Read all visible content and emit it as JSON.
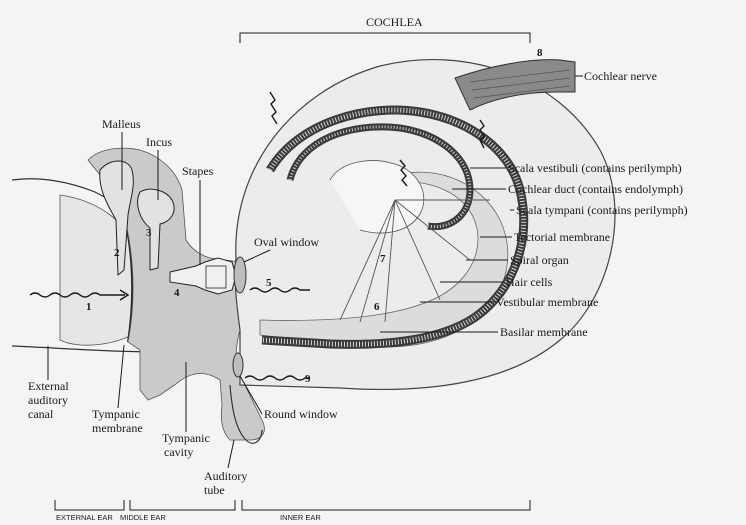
{
  "title": "COCHLEA",
  "regions": {
    "external": "EXTERNAL EAR",
    "middle": "MIDDLE EAR",
    "inner": "INNER EAR"
  },
  "labels": {
    "malleus": "Malleus",
    "incus": "Incus",
    "stapes": "Stapes",
    "oval_window": "Oval window",
    "round_window": "Round window",
    "external_canal": [
      "External",
      "auditory",
      "canal"
    ],
    "tympanic_membrane": [
      "Tympanic",
      "membrane"
    ],
    "tympanic_cavity": [
      "Tympanic",
      "cavity"
    ],
    "auditory_tube": [
      "Auditory",
      "tube"
    ],
    "cochlear_nerve": "Cochlear nerve",
    "scala_vestibuli": "Scala vestibuli (contains perilymph)",
    "cochlear_duct": "Cochlear duct (contains endolymph)",
    "scala_tympani": "Scala tympani (contains perilymph)",
    "tectorial_membrane": "Tectorial membrane",
    "spiral_organ": "Spiral organ",
    "hair_cells": "Hair cells",
    "vestibular_membrane": "Vestibular membrane",
    "basilar_membrane": "Basilar membrane"
  },
  "numbers": [
    "1",
    "2",
    "3",
    "4",
    "5",
    "6",
    "7",
    "8",
    "9"
  ],
  "colors": {
    "bone": "#c9c9c7",
    "chamber": "#ebebea",
    "duct": "#8e8e8c",
    "dark": "#3a3a3a"
  }
}
